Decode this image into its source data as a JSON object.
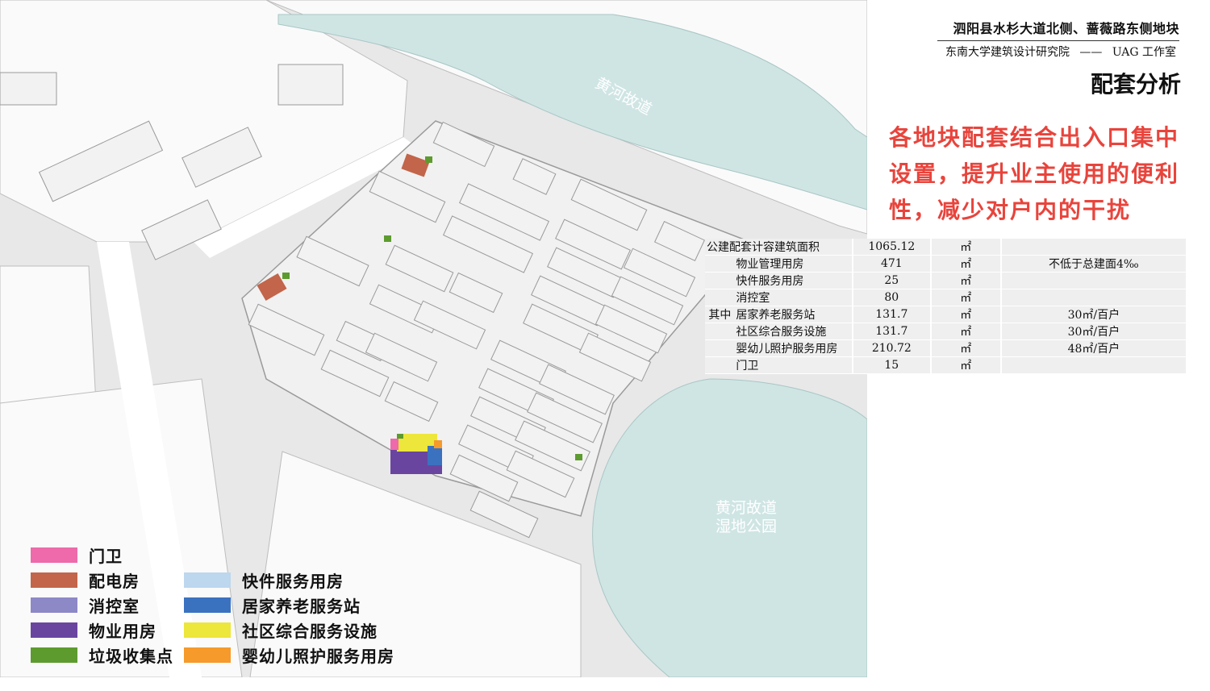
{
  "header": {
    "project": "泗阳县水杉大道北侧、蔷薇路东侧地块",
    "institute": "东南大学建筑设计研究院",
    "dash": "——",
    "studio": "UAG 工作室"
  },
  "section_title": "配套分析",
  "statement": "各地块配套结合出入口集中设置，提升业主使用的便利性，减少对户内的干扰",
  "map": {
    "river_label": "黄河故道",
    "park_label_1": "黄河故道",
    "park_label_2": "湿地公园",
    "colors": {
      "water": "#cfe5e4",
      "building": "#f2f2f2",
      "building_edge": "#9a9a9a",
      "road": "#ffffff",
      "ground": "#e9e9e9"
    }
  },
  "table": {
    "total": {
      "name": "公建配套计容建筑面积",
      "value": "1065.12",
      "unit": "㎡",
      "note": ""
    },
    "group_label": "其中",
    "rows": [
      {
        "name": "物业管理用房",
        "value": "471",
        "unit": "㎡",
        "note": "不低于总建面4‰"
      },
      {
        "name": "快件服务用房",
        "value": "25",
        "unit": "㎡",
        "note": ""
      },
      {
        "name": "消控室",
        "value": "80",
        "unit": "㎡",
        "note": ""
      },
      {
        "name": "居家养老服务站",
        "value": "131.7",
        "unit": "㎡",
        "note": "30㎡/百户"
      },
      {
        "name": "社区综合服务设施",
        "value": "131.7",
        "unit": "㎡",
        "note": "30㎡/百户"
      },
      {
        "name": "婴幼儿照护服务用房",
        "value": "210.72",
        "unit": "㎡",
        "note": "48㎡/百户"
      },
      {
        "name": "门卫",
        "value": "15",
        "unit": "㎡",
        "note": ""
      }
    ]
  },
  "legend": [
    {
      "label": "门卫",
      "color": "#ee6aaa"
    },
    {
      "label": "配电房",
      "color": "#c2654a"
    },
    {
      "label": "消控室",
      "color": "#8d88c6"
    },
    {
      "label": "物业用房",
      "color": "#6a45a0"
    },
    {
      "label": "垃圾收集点",
      "color": "#5d9b2f"
    },
    {
      "label": "快件服务用房",
      "color": "#bcd7ee"
    },
    {
      "label": "居家养老服务站",
      "color": "#3a72c0"
    },
    {
      "label": "社区综合服务设施",
      "color": "#ede63b"
    },
    {
      "label": "婴幼儿照护服务用房",
      "color": "#f59a2b"
    }
  ]
}
